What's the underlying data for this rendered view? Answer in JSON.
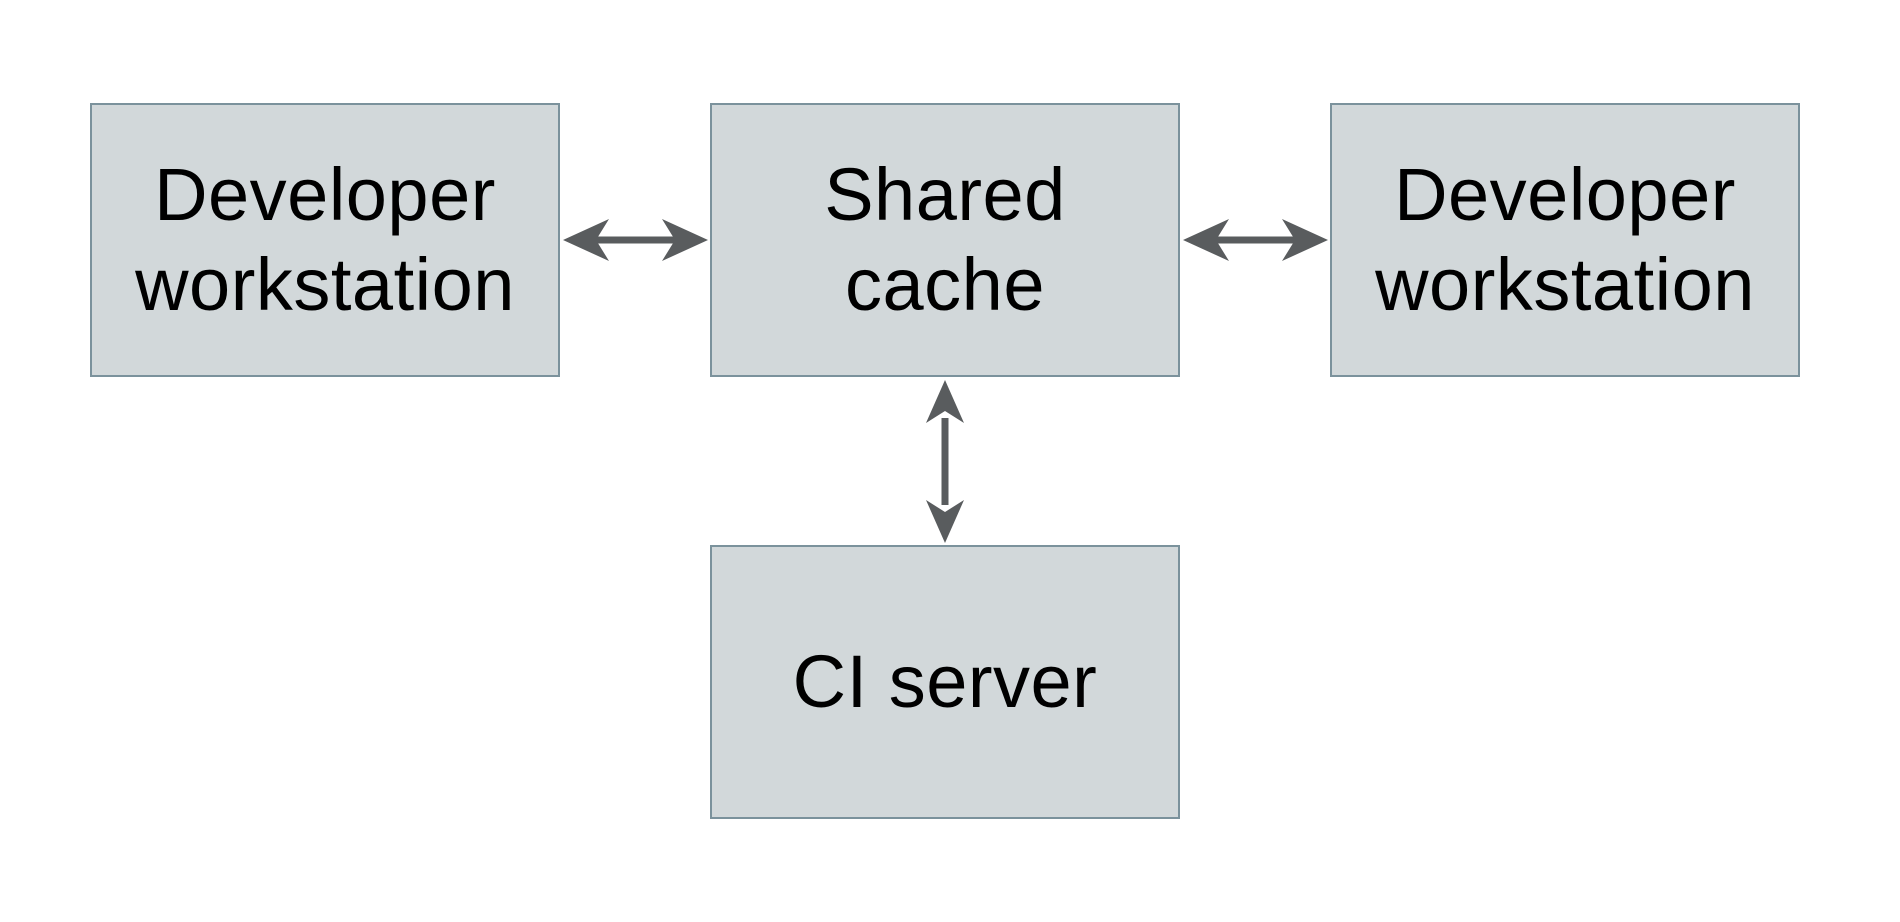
{
  "diagram": {
    "colors": {
      "background": "#ffffff",
      "node_fill": "#d2d8da",
      "node_border": "#7b929c",
      "arrow": "#595c5e",
      "text": "#000000"
    },
    "nodes": [
      {
        "id": "developer-workstation-left",
        "label": "Developer workstation",
        "lines": [
          "Developer",
          "workstation"
        ]
      },
      {
        "id": "shared-cache",
        "label": "Shared cache",
        "lines": [
          "Shared",
          "cache"
        ]
      },
      {
        "id": "developer-workstation-right",
        "label": "Developer workstation",
        "lines": [
          "Developer",
          "workstation"
        ]
      },
      {
        "id": "ci-server",
        "label": "CI server",
        "lines": [
          "CI server"
        ]
      }
    ],
    "edges": [
      {
        "from": "developer-workstation-left",
        "to": "shared-cache",
        "direction": "bidirectional"
      },
      {
        "from": "shared-cache",
        "to": "developer-workstation-right",
        "direction": "bidirectional"
      },
      {
        "from": "shared-cache",
        "to": "ci-server",
        "direction": "bidirectional"
      }
    ]
  }
}
